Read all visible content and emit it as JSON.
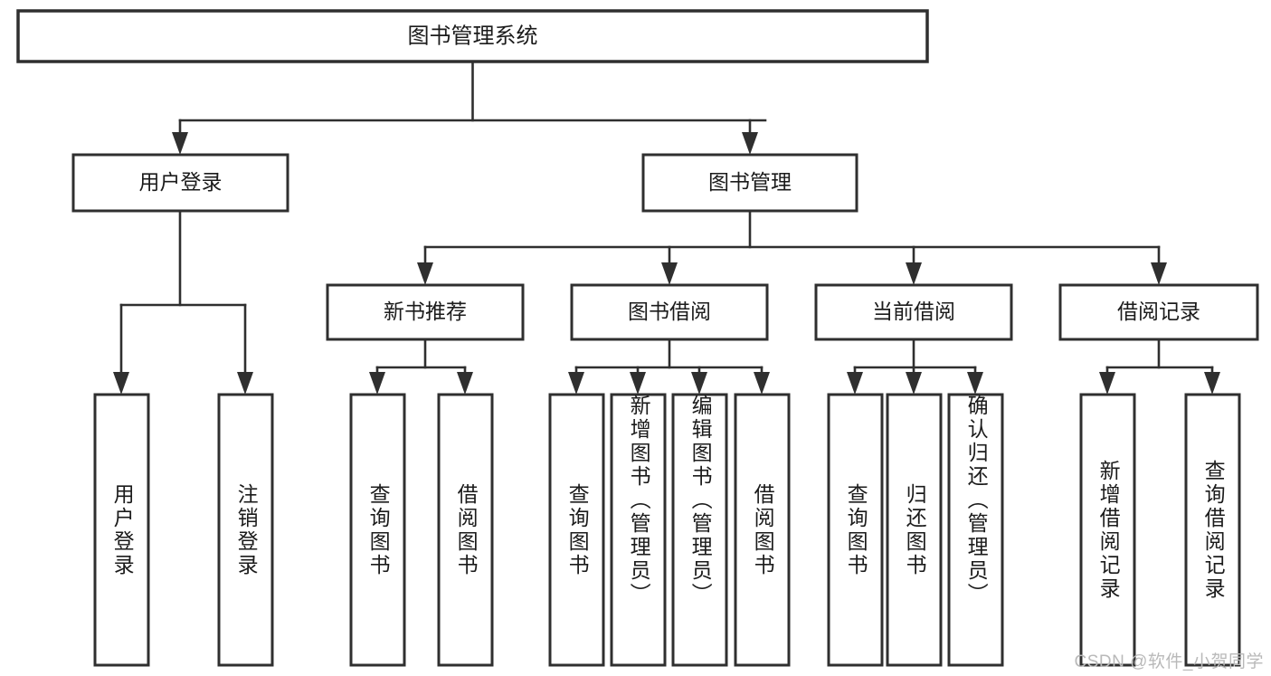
{
  "diagram": {
    "title": "图书管理系统",
    "type": "tree-hierarchy-chart",
    "watermark": "CSDN @软件_小贺同学",
    "colors": {
      "box_stroke": "#2f2f2f",
      "box_fill": "#ffffff",
      "text": "#1b1b1b",
      "connector": "#2f2f2f",
      "watermark": "#b9b9b9",
      "background": "#ffffff"
    },
    "root": {
      "label": "图书管理系统"
    },
    "level2": [
      {
        "label": "用户登录"
      },
      {
        "label": "图书管理"
      }
    ],
    "level3": [
      {
        "label": "新书推荐"
      },
      {
        "label": "图书借阅"
      },
      {
        "label": "当前借阅"
      },
      {
        "label": "借阅记录"
      }
    ],
    "leaves": {
      "user_login": [
        {
          "label": "用户登录"
        },
        {
          "label": "注销登录"
        }
      ],
      "new_book_recommend": [
        {
          "label": "查询图书"
        },
        {
          "label": "借阅图书"
        }
      ],
      "book_borrow": [
        {
          "label": "查询图书"
        },
        {
          "label": "新增图书（管理员）"
        },
        {
          "label": "编辑图书（管理员）"
        },
        {
          "label": "借阅图书"
        }
      ],
      "current_borrow": [
        {
          "label": "查询图书"
        },
        {
          "label": "归还图书"
        },
        {
          "label": "确认归还（管理员）"
        }
      ],
      "borrow_record": [
        {
          "label": "新增借阅记录"
        },
        {
          "label": "查询借阅记录"
        }
      ]
    }
  }
}
